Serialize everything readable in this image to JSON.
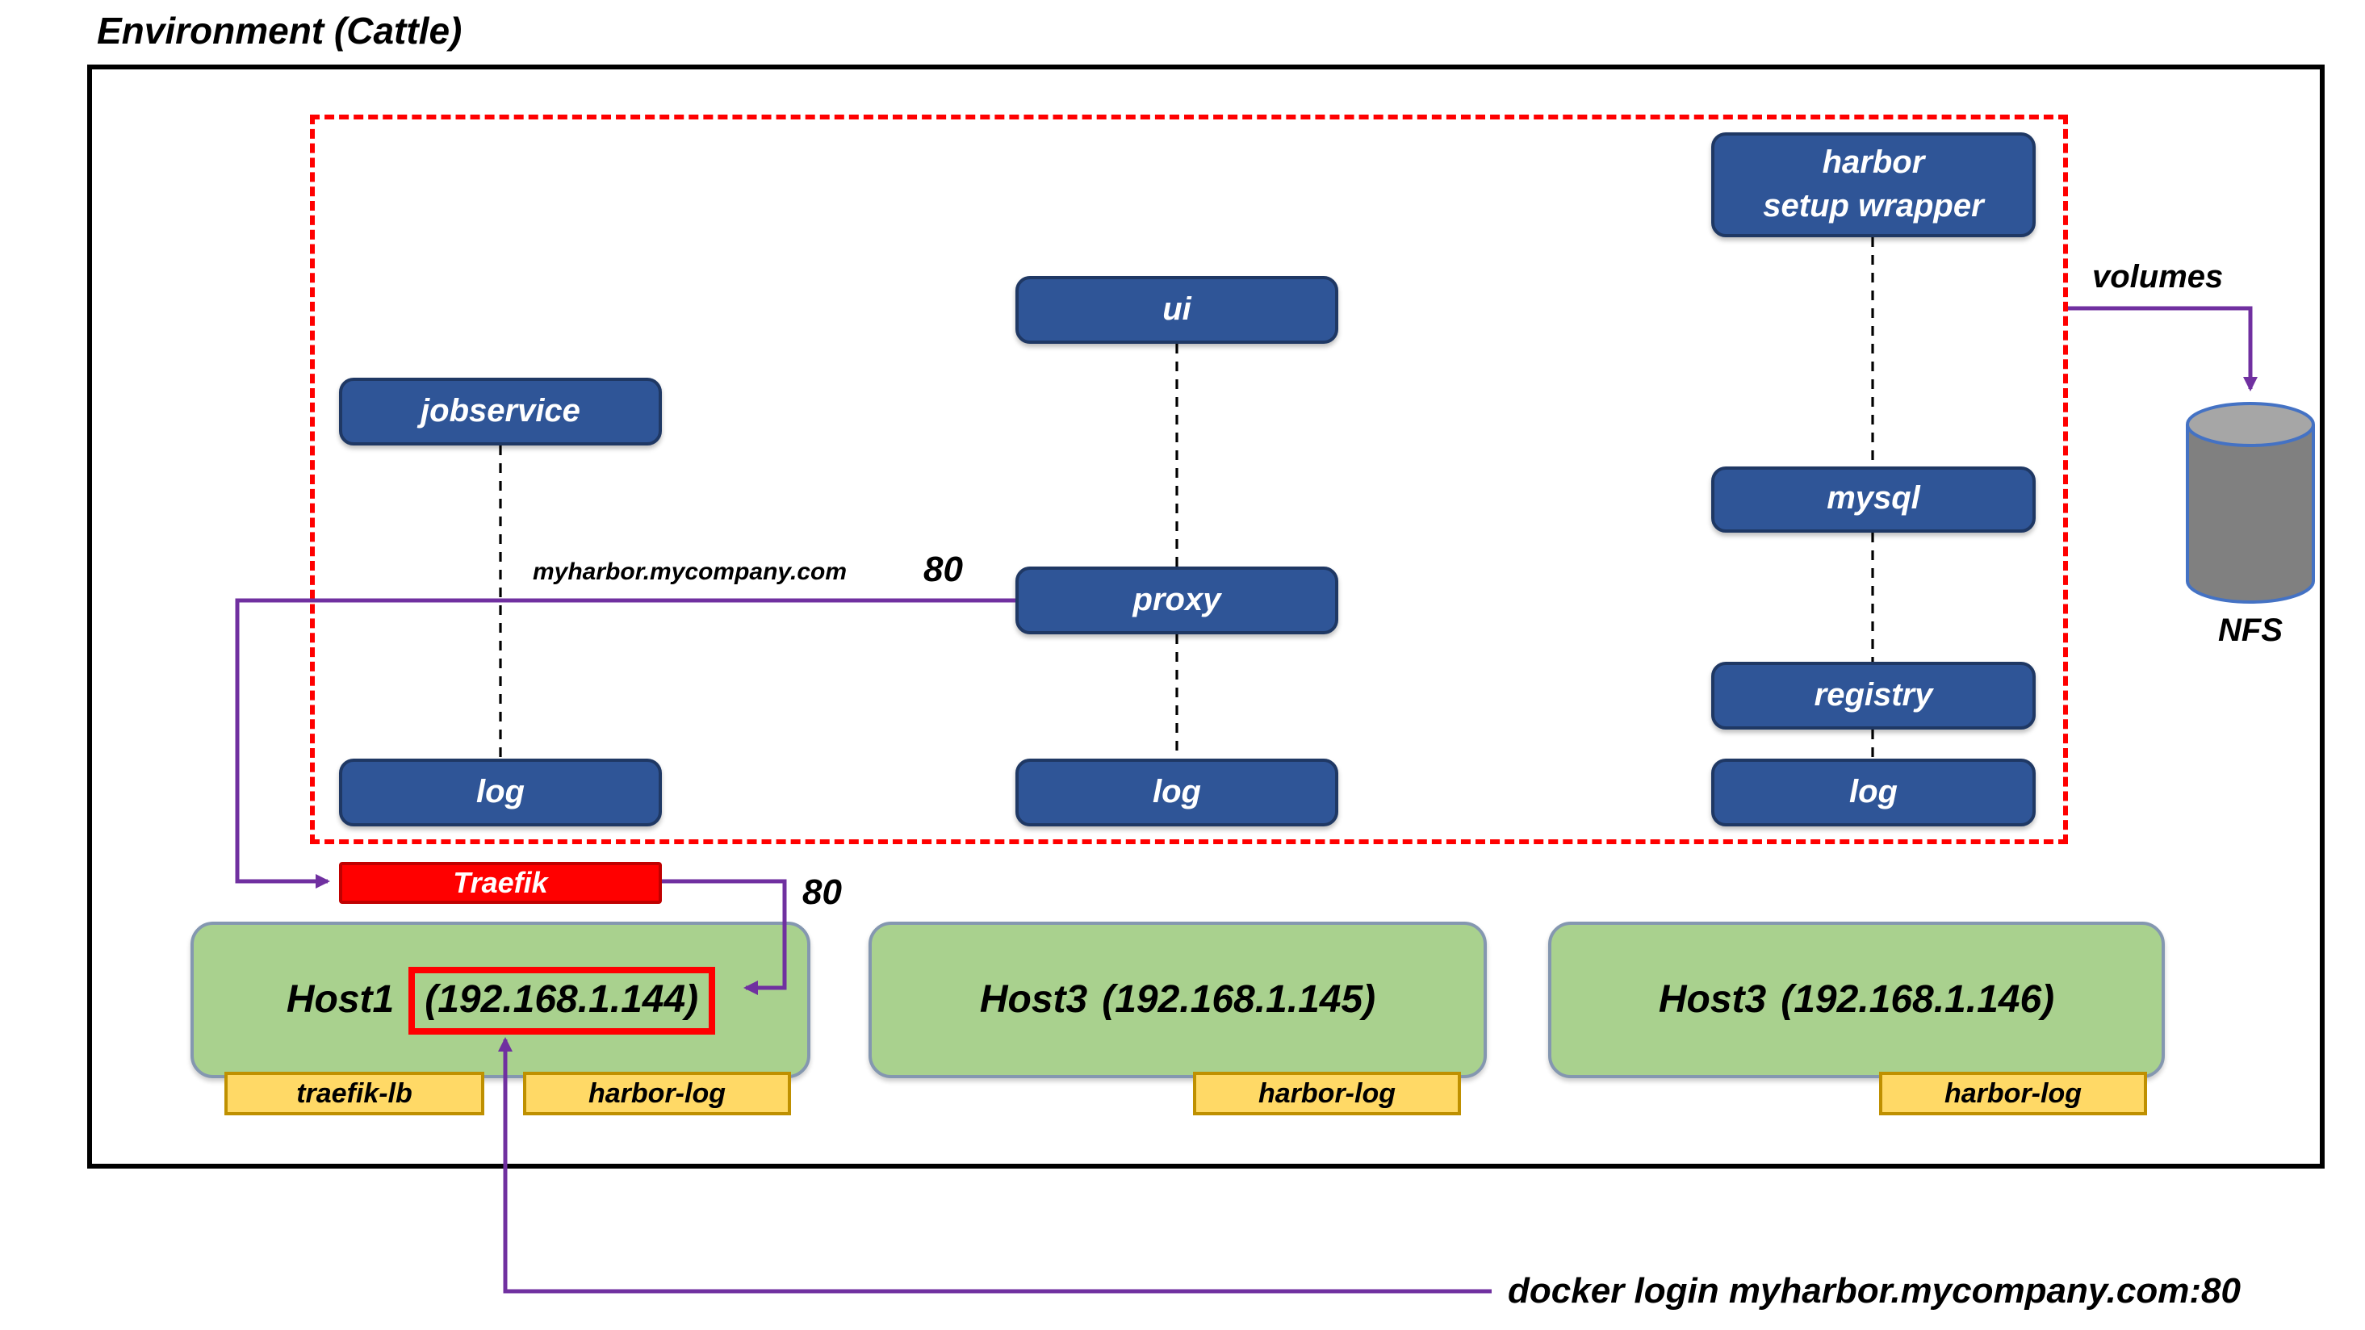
{
  "title": "Environment (Cattle)",
  "nodes": {
    "jobservice": "jobservice",
    "ui": "ui",
    "proxy": "proxy",
    "log": "log",
    "harbor_setup_line1": "harbor",
    "harbor_setup_line2": "setup wrapper",
    "mysql": "mysql",
    "registry": "registry"
  },
  "traefik": {
    "label": "Traefik"
  },
  "routing": {
    "domain": "myharbor.mycompany.com",
    "proxy_port": "80",
    "traefik_port": "80"
  },
  "storage": {
    "volumes_label": "volumes",
    "nfs_label": "NFS"
  },
  "hosts": [
    {
      "name": "Host1",
      "ip": "(192.168.1.144)",
      "services": [
        "traefik-lb",
        "harbor-log"
      ]
    },
    {
      "name": "Host3",
      "ip": "(192.168.1.145)",
      "services": [
        "harbor-log"
      ]
    },
    {
      "name": "Host3",
      "ip": "(192.168.1.146)",
      "services": [
        "harbor-log"
      ]
    }
  ],
  "annotations": {
    "docker_login": "docker login myharbor.mycompany.com:80"
  },
  "colors": {
    "service_box_blue": "#2F5597",
    "service_box_border": "#1F3864",
    "traefik_red": "#FF0000",
    "host_green": "#A9D18E",
    "service_label_yellow": "#FFD966",
    "arrow_purple": "#7030A0",
    "stack_boundary_red": "#FF0000",
    "nfs_body_gray": "#808080",
    "nfs_top_gray": "#A6A6A6"
  }
}
